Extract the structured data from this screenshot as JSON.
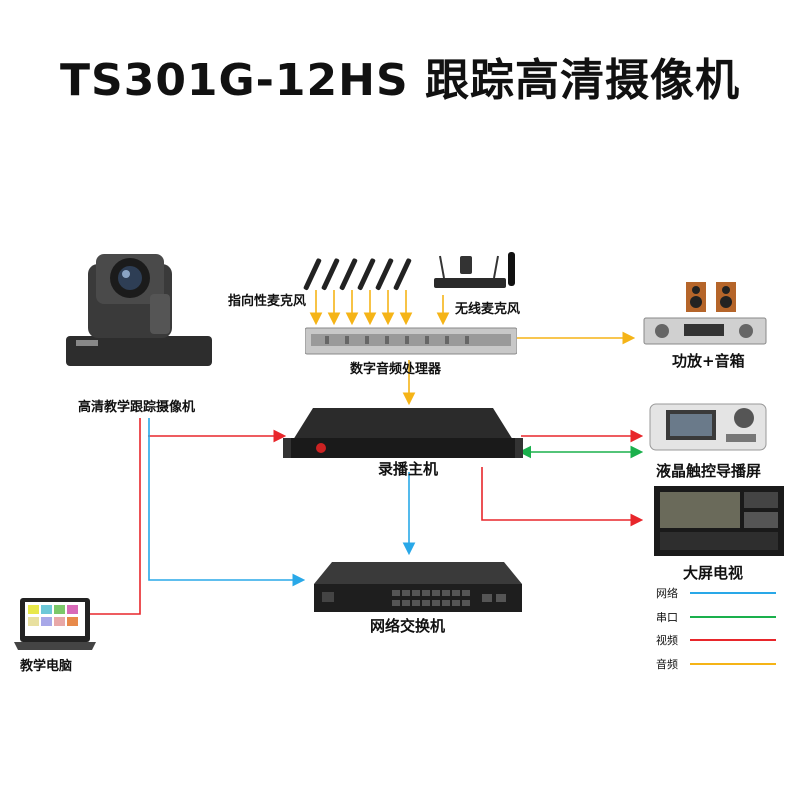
{
  "title": "TS301G-12HS 跟踪高清摄像机",
  "devices": {
    "camera": "高清教学跟踪摄像机",
    "mic_directional": "指向性麦克风",
    "mic_wireless": "无线麦克风",
    "audio_processor": "数字音频处理器",
    "amplifier": "功放+音箱",
    "recorder": "录播主机",
    "touch_console": "液晶触控导播屏",
    "big_screen": "大屏电视",
    "switch": "网络交换机",
    "pc": "教学电脑"
  },
  "legend": [
    {
      "label": "网络",
      "color": "#29a8e8"
    },
    {
      "label": "串口",
      "color": "#1ab04c"
    },
    {
      "label": "视频",
      "color": "#e8262b"
    },
    {
      "label": "音频",
      "color": "#f5b417"
    }
  ],
  "colors": {
    "network": "#29a8e8",
    "serial": "#1ab04c",
    "video": "#e8262b",
    "audio": "#f5b417"
  }
}
